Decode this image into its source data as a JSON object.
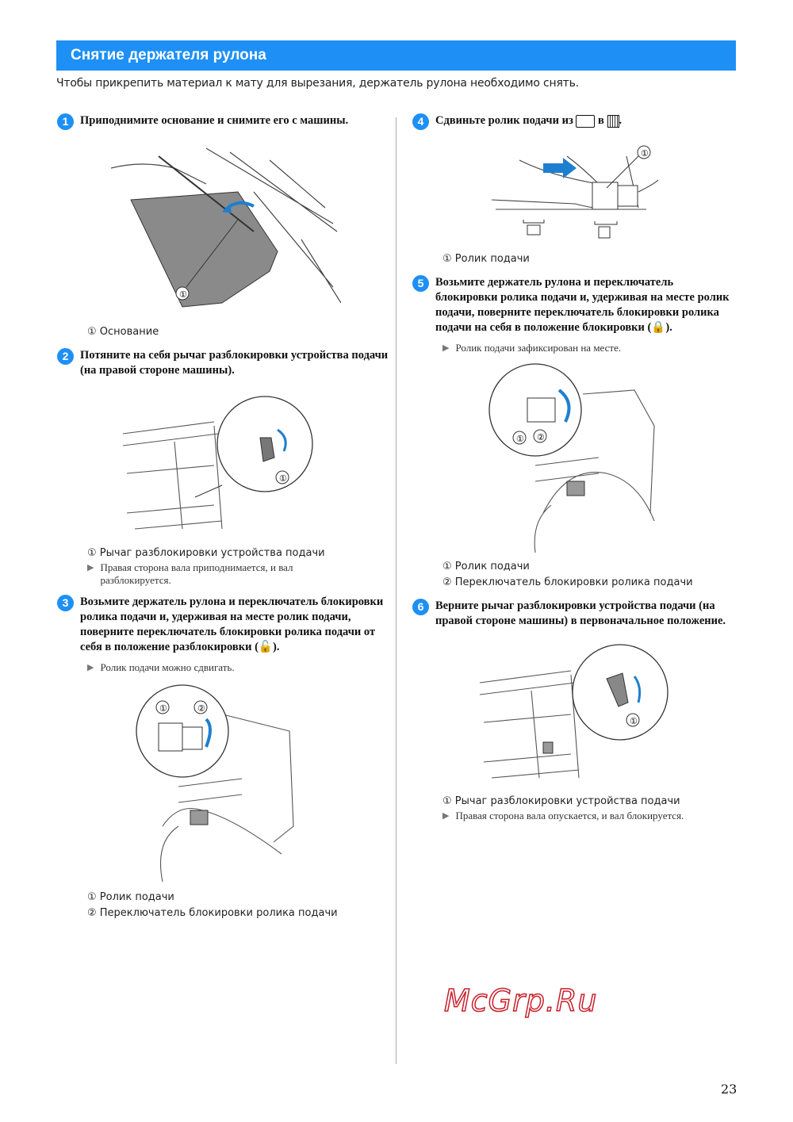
{
  "header": {
    "title": "Снятие держателя рулона"
  },
  "intro": "Чтобы прикрепить материал к мату для вырезания, держатель рулона необходимо снять.",
  "steps": [
    {
      "num": "1",
      "text": "Приподнимите основание и снимите его с машины.",
      "labels": [
        "① Основание"
      ]
    },
    {
      "num": "2",
      "text": "Потяните на себя рычаг разблокировки устройства подачи (на правой стороне машины).",
      "labels": [
        "① Рычаг разблокировки устройства подачи"
      ],
      "note": "Правая сторона вала приподнимается, и вал разблокируется."
    },
    {
      "num": "3",
      "text": "Возьмите держатель рулона и переключатель блокировки ролика подачи и, удерживая на месте ролик подачи, поверните переключатель блокировки ролика подачи от себя в положение разблокировки",
      "text_end": ").",
      "labels": [
        "① Ролик подачи",
        "② Переключатель блокировки ролика подачи"
      ],
      "note": "Ролик подачи можно сдвигать."
    },
    {
      "num": "4",
      "text": "Сдвиньте ролик подачи из",
      "text_mid": "в",
      "text_end": ".",
      "labels": [
        "① Ролик подачи"
      ]
    },
    {
      "num": "5",
      "text": "Возьмите держатель рулона и переключатель блокировки ролика подачи и, удерживая на месте ролик подачи, поверните переключатель блокировки ролика подачи на себя в положение блокировки (",
      "text_end": ").",
      "labels": [
        "① Ролик подачи",
        "② Переключатель блокировки ролика подачи"
      ],
      "note": "Ролик подачи зафиксирован на месте."
    },
    {
      "num": "6",
      "text": "Верните рычаг разблокировки устройства подачи (на правой стороне машины) в первоначальное положение.",
      "labels": [
        "① Рычаг разблокировки устройства подачи"
      ],
      "note": "Правая сторона вала опускается, и вал блокируется."
    }
  ],
  "callouts": {
    "one": "①",
    "two": "②"
  },
  "watermark": "McGrp.Ru",
  "page_number": "23",
  "colors": {
    "accent": "#1e90f5",
    "watermark": "#c8202a"
  }
}
